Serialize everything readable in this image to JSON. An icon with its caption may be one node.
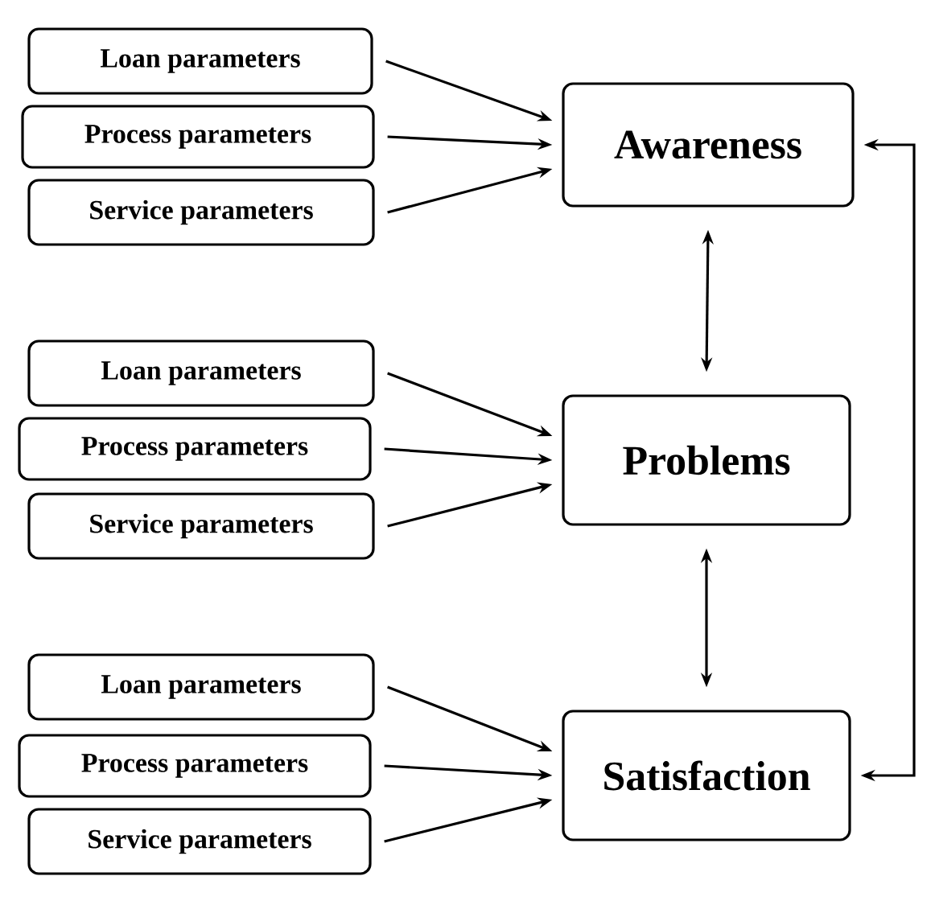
{
  "diagram": {
    "nodes": [
      {
        "text": [
          "Loan parameters"
        ]
      },
      {
        "text": [
          "Process parameters"
        ]
      },
      {
        "text": [
          "Service parameters"
        ]
      },
      {
        "text": [
          "Awareness"
        ]
      },
      {
        "text": [
          "Loan parameters"
        ]
      },
      {
        "text": [
          "Process parameters"
        ]
      },
      {
        "text": [
          "Service parameters"
        ]
      },
      {
        "text": [
          "Problems"
        ]
      },
      {
        "text": [
          "Loan parameters"
        ]
      },
      {
        "text": [
          "Process parameters"
        ]
      },
      {
        "text": [
          "Service parameters"
        ]
      },
      {
        "text": [
          "Satisfaction"
        ]
      }
    ],
    "edges": [
      {
        "from": 0,
        "to": 3,
        "arrow": "to"
      },
      {
        "from": 1,
        "to": 3,
        "arrow": "to"
      },
      {
        "from": 2,
        "to": 3,
        "arrow": "to"
      },
      {
        "from": 4,
        "to": 7,
        "arrow": "to"
      },
      {
        "from": 5,
        "to": 7,
        "arrow": "to"
      },
      {
        "from": 6,
        "to": 7,
        "arrow": "to"
      },
      {
        "from": 8,
        "to": 11,
        "arrow": "to"
      },
      {
        "from": 9,
        "to": 11,
        "arrow": "to"
      },
      {
        "from": 10,
        "to": 11,
        "arrow": "to"
      },
      {
        "from": 3,
        "to": 7,
        "arrow": "both"
      },
      {
        "from": 7,
        "to": 11,
        "arrow": "both"
      },
      {
        "from": 11,
        "to": 3,
        "arrow": "both"
      }
    ]
  }
}
